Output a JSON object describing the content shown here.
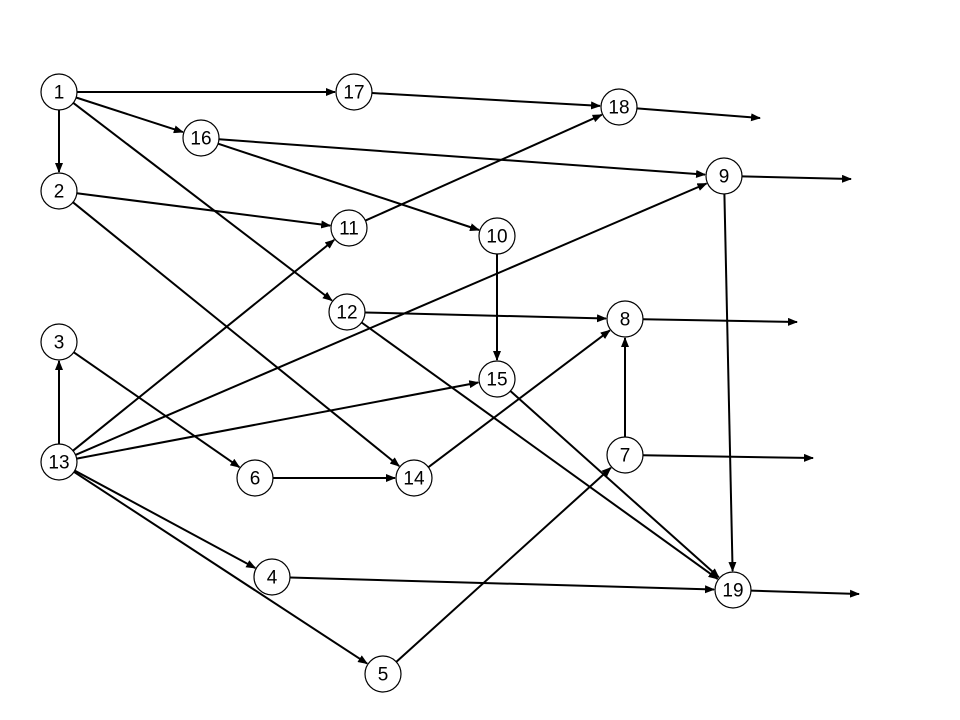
{
  "diagram": {
    "type": "directed-graph",
    "colors": {
      "line": "#000000",
      "node_fill": "#ffffff",
      "background": "#ffffff"
    },
    "nodes": [
      {
        "id": "1",
        "label": "1"
      },
      {
        "id": "2",
        "label": "2"
      },
      {
        "id": "3",
        "label": "3"
      },
      {
        "id": "4",
        "label": "4"
      },
      {
        "id": "5",
        "label": "5"
      },
      {
        "id": "6",
        "label": "6"
      },
      {
        "id": "7",
        "label": "7"
      },
      {
        "id": "8",
        "label": "8"
      },
      {
        "id": "9",
        "label": "9"
      },
      {
        "id": "10",
        "label": "10"
      },
      {
        "id": "11",
        "label": "11"
      },
      {
        "id": "12",
        "label": "12"
      },
      {
        "id": "13",
        "label": "13"
      },
      {
        "id": "14",
        "label": "14"
      },
      {
        "id": "15",
        "label": "15"
      },
      {
        "id": "16",
        "label": "16"
      },
      {
        "id": "17",
        "label": "17"
      },
      {
        "id": "18",
        "label": "18"
      },
      {
        "id": "19",
        "label": "19"
      }
    ],
    "edges": [
      {
        "from": "1",
        "to": "17"
      },
      {
        "from": "1",
        "to": "16"
      },
      {
        "from": "1",
        "to": "2"
      },
      {
        "from": "1",
        "to": "12"
      },
      {
        "from": "17",
        "to": "18"
      },
      {
        "from": "16",
        "to": "9"
      },
      {
        "from": "16",
        "to": "10"
      },
      {
        "from": "2",
        "to": "11"
      },
      {
        "from": "2",
        "to": "14"
      },
      {
        "from": "11",
        "to": "18"
      },
      {
        "from": "10",
        "to": "15"
      },
      {
        "from": "12",
        "to": "8"
      },
      {
        "from": "12",
        "to": "19"
      },
      {
        "from": "13",
        "to": "3"
      },
      {
        "from": "13",
        "to": "11"
      },
      {
        "from": "13",
        "to": "9"
      },
      {
        "from": "13",
        "to": "15"
      },
      {
        "from": "13",
        "to": "4"
      },
      {
        "from": "13",
        "to": "5"
      },
      {
        "from": "3",
        "to": "6"
      },
      {
        "from": "6",
        "to": "14"
      },
      {
        "from": "14",
        "to": "8"
      },
      {
        "from": "15",
        "to": "19"
      },
      {
        "from": "7",
        "to": "8"
      },
      {
        "from": "5",
        "to": "7"
      },
      {
        "from": "4",
        "to": "19"
      },
      {
        "from": "9",
        "to": "19"
      }
    ],
    "exits": [
      "18",
      "9",
      "8",
      "7",
      "19"
    ]
  }
}
